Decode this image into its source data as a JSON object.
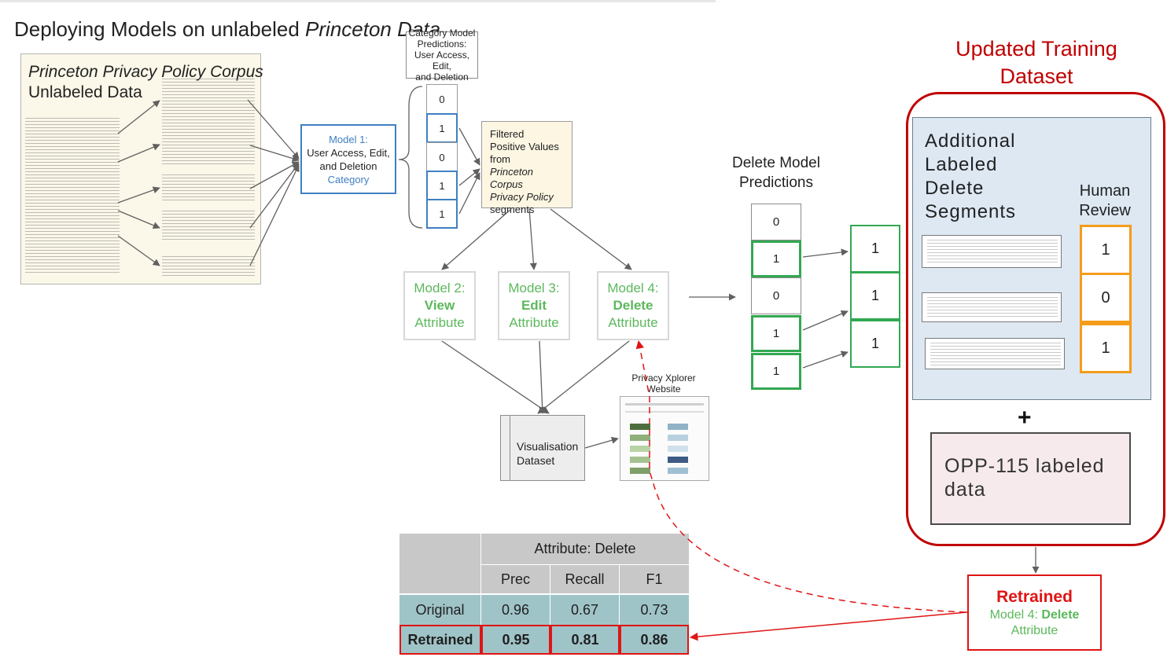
{
  "title": {
    "prefix": "Deploying Models on unlabeled",
    "italic": "Princeton Data"
  },
  "corpus": {
    "title_line1": "Princeton Privacy Policy Corpus",
    "title_line2": "Unlabeled Data"
  },
  "category_callout": [
    "Category Model",
    "Predictions:",
    "User Access, Edit,",
    "and Deletion"
  ],
  "model1": {
    "line1": "Model 1:",
    "line2": "User Access, Edit,",
    "line3": "and Deletion",
    "line4": "Category"
  },
  "category_predictions": [
    "0",
    "1",
    "0",
    "1",
    "1"
  ],
  "filtered": {
    "line1": "Filtered",
    "line2": "Positive Values",
    "line3": "from",
    "line4": "Princeton Corpus",
    "line5": "Privacy Policy",
    "line6": "segments"
  },
  "attribute_models": [
    {
      "line1": "Model 2:",
      "line2": "View",
      "line3": "Attribute"
    },
    {
      "line1": "Model 3:",
      "line2": "Edit",
      "line3": "Attribute"
    },
    {
      "line1": "Model 4:",
      "line2": "Delete",
      "line3": "Attribute"
    }
  ],
  "visualisation": {
    "line1": "Visualisation",
    "line2": "Dataset"
  },
  "website": {
    "line1": "Privacy Xplorer",
    "line2": "Website"
  },
  "delete_predictions": {
    "title_line1": "Delete Model",
    "title_line2": "Predictions",
    "values": [
      "0",
      "1",
      "0",
      "1",
      "1"
    ],
    "positives": [
      "1",
      "1",
      "1"
    ]
  },
  "updated": {
    "title_line1": "Updated Training",
    "title_line2": "Dataset",
    "additional": [
      "Additional",
      "Labeled",
      "Delete",
      "Segments"
    ],
    "human_review_line1": "Human",
    "human_review_line2": "Review",
    "review_values": [
      "1",
      "0",
      "1"
    ],
    "plus": "+",
    "opp_line1": "OPP-115 labeled",
    "opp_line2": "data"
  },
  "retrained": {
    "line1": "Retrained",
    "line2_prefix": "Model 4: ",
    "line2_bold": "Delete",
    "line3": "Attribute"
  },
  "results_table": {
    "header": "Attribute: Delete",
    "columns": [
      "Prec",
      "Recall",
      "F1"
    ],
    "rows": [
      {
        "label": "Original",
        "values": [
          "0.96",
          "0.67",
          "0.73"
        ]
      },
      {
        "label": "Retrained",
        "values": [
          "0.95",
          "0.81",
          "0.86"
        ]
      }
    ]
  },
  "colors": {
    "accent_red": "#c00000",
    "model_blue": "#3f7fc2",
    "attribute_green": "#5cb85c",
    "prediction_green": "#32a852",
    "review_orange": "#f59c1a",
    "table_teal": "#9fc4c8",
    "table_gray": "#c8c8c8"
  }
}
